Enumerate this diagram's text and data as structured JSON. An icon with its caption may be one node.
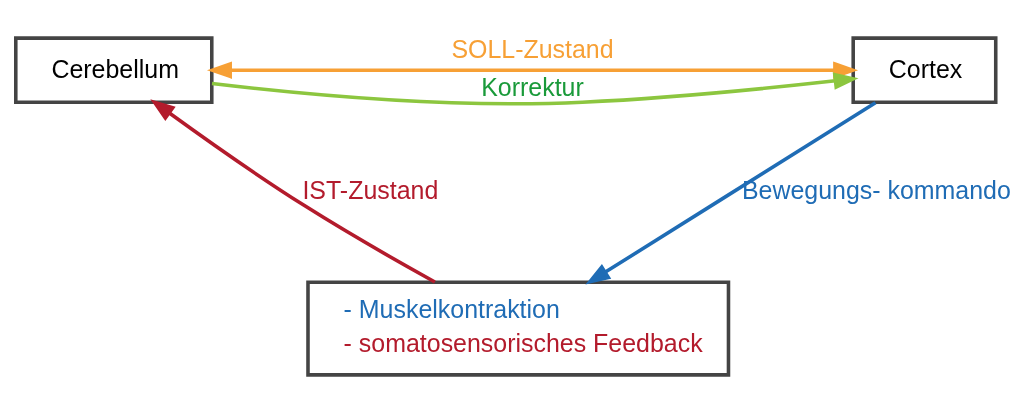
{
  "diagram": {
    "nodes": [
      {
        "text": [
          "Cortex"
        ]
      },
      {
        "text": [
          "Cerebellum"
        ]
      },
      {
        "text": [
          "- Muskelkontraktion",
          "- somatosensorisches Feedback"
        ]
      }
    ],
    "edges": [
      {
        "from": 1,
        "to": 0,
        "arrow": "both",
        "label": "SOLL-Zustand",
        "color": "#f7a035"
      },
      {
        "from": 1,
        "to": 0,
        "arrow": "to",
        "label": "Korrektur",
        "color": "#8cc63f"
      },
      {
        "from": 0,
        "to": 2,
        "arrow": "to",
        "label": "Bewegungs- kommando",
        "color": "#1f6cb5"
      },
      {
        "from": 2,
        "to": 1,
        "arrow": "to",
        "label": "IST-Zustand",
        "color": "#b31b2c"
      }
    ]
  }
}
